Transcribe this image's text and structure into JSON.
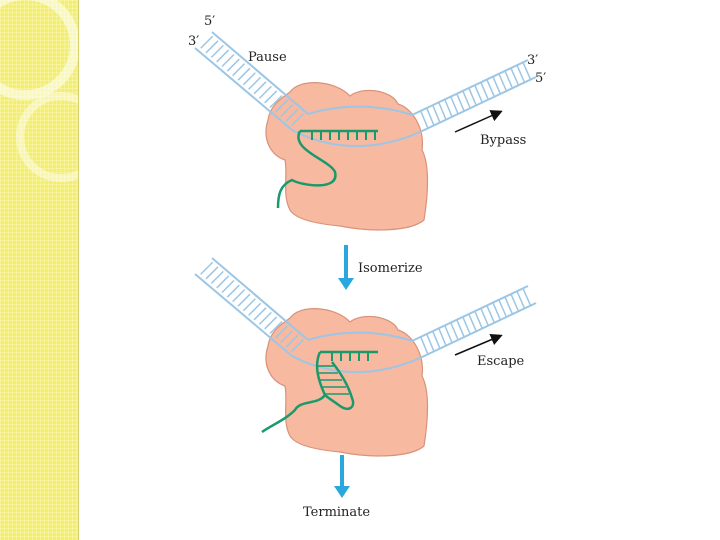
{
  "diagram": {
    "top": {
      "strand_labels": {
        "left_top": "5′",
        "left_bottom": "3′",
        "right_top": "3′",
        "right_bottom": "5′"
      },
      "pause_label": "Pause",
      "bypass_label": "Bypass"
    },
    "step_label": "Isomerize",
    "bottom": {
      "escape_label": "Escape"
    },
    "final_label": "Terminate"
  },
  "colors": {
    "sidebar": "#f4ef6b",
    "polymerase": "#f7b9a0",
    "dna": "#9cc6e6",
    "rna": "#1a9a6b",
    "step_arrow": "#2aa8de"
  }
}
